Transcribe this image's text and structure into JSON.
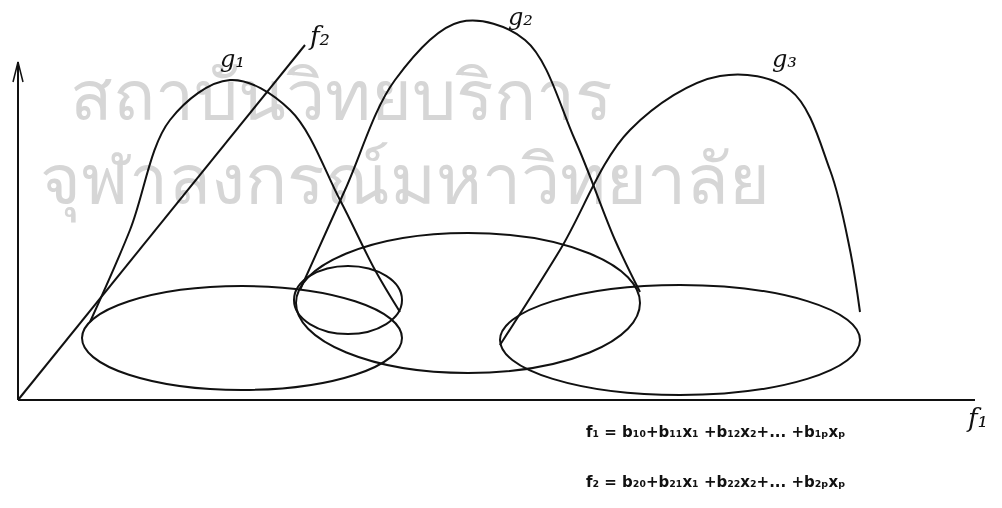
{
  "diagram": {
    "labels": [
      "f₂",
      "g₁",
      "g₂",
      "g₃",
      "f₁",
      "f₁ = b₁₀+b₁₁x₁ +b₁₂x₂+... +b₁ₚxₚ",
      "f₂ = b₂₀+b₂₁x₁ +b₂₂x₂+... +b₂ₚxₚ",
      "สถาบันวิทยบริการ",
      "จุฬาลงกรณ์มหาวิทยาลัย"
    ]
  }
}
